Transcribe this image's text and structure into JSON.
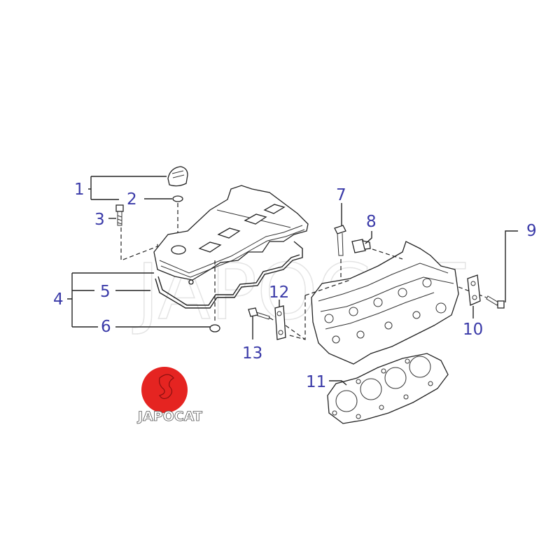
{
  "diagram": {
    "callouts": [
      "1",
      "2",
      "3",
      "4",
      "5",
      "6",
      "7",
      "8",
      "9",
      "10",
      "11",
      "12",
      "13"
    ],
    "watermark": "JAPOCAT",
    "logo": {
      "text": "JAPOCAT",
      "color": "#e52421"
    },
    "label_color": "#3a3aa8"
  }
}
